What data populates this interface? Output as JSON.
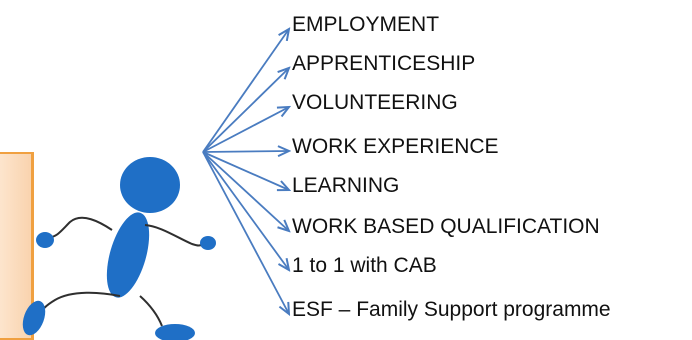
{
  "diagram": {
    "outcomes": [
      {
        "label": "EMPLOYMENT"
      },
      {
        "label": "APPRENTICESHIP"
      },
      {
        "label": "VOLUNTEERING"
      },
      {
        "label": "WORK EXPERIENCE"
      },
      {
        "label": "LEARNING"
      },
      {
        "label": "WORK BASED QUALIFICATION"
      },
      {
        "label": "1 to 1 with CAB"
      },
      {
        "label": "ESF – Family Support programme"
      }
    ],
    "colors": {
      "figure": "#1f6fc6",
      "arrows": "#4a7cc0",
      "box_border": "#f0a040",
      "box_fill": "#fbdcbc"
    },
    "icons": {
      "figure": "running-person-icon",
      "arrow": "arrow-icon"
    }
  }
}
